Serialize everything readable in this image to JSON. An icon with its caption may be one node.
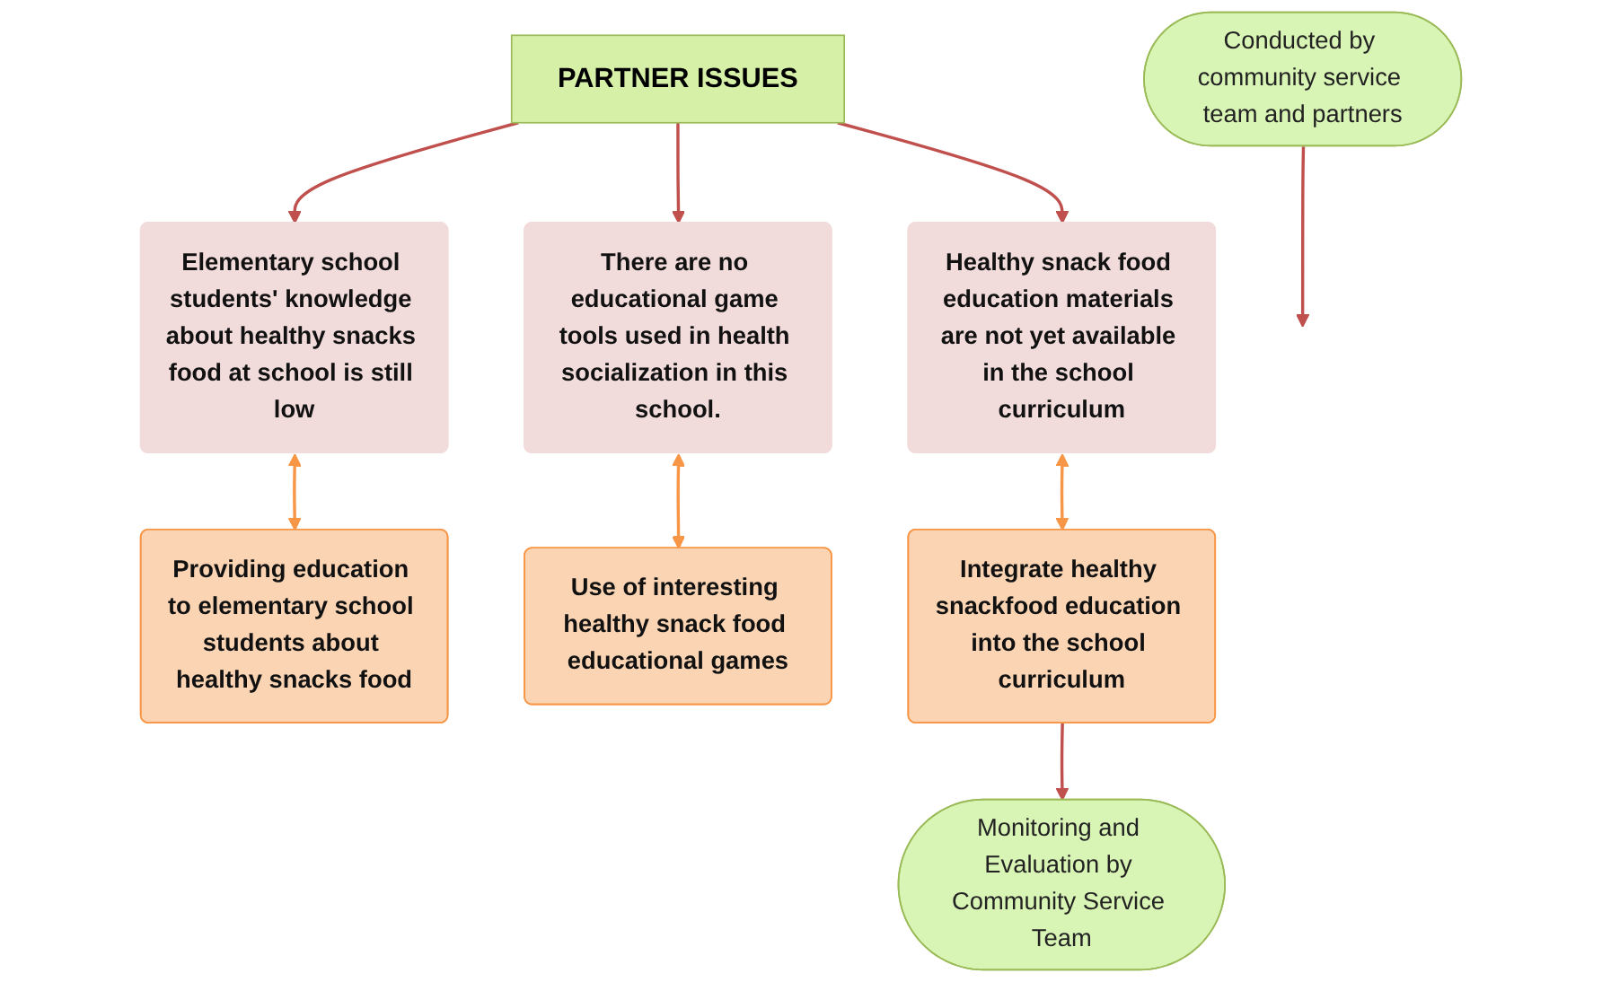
{
  "diagram": {
    "nodes": [
      {
        "text": [
          "PARTNER ISSUES"
        ]
      },
      {
        "text": [
          "Conducted by community service team and partners"
        ]
      },
      {
        "text": [
          "Elementary school students' knowledge about healthy snacks food at school is still low"
        ]
      },
      {
        "text": [
          "There are no educational game tools used in health socialization in this school."
        ]
      },
      {
        "text": [
          "Healthy snack food education materials are not yet available in the school curriculum"
        ]
      },
      {
        "text": [
          "Monitoring and Evaluation by Community Service Team"
        ]
      },
      {
        "text": [
          "Providing education to elementary school students about healthy snacks food"
        ]
      },
      {
        "text": [
          "Use of interesting healthy snack food educational games"
        ]
      },
      {
        "text": [
          "Integrate healthy snackfood education into the school curriculum"
        ]
      }
    ],
    "edges": [
      {
        "from": 0,
        "to": 2,
        "arrow": "to"
      },
      {
        "from": 0,
        "to": 3,
        "arrow": "to"
      },
      {
        "from": 0,
        "to": 4,
        "arrow": "to"
      },
      {
        "from": 1,
        "to": null,
        "arrow": "to"
      },
      {
        "from": 2,
        "to": 6,
        "arrow": "both",
        "color": "#f79646"
      },
      {
        "from": 3,
        "to": 7,
        "arrow": "both",
        "color": "#f79646"
      },
      {
        "from": 4,
        "to": 8,
        "arrow": "both",
        "color": "#f79646"
      },
      {
        "from": 8,
        "to": 5,
        "arrow": "to"
      }
    ]
  }
}
